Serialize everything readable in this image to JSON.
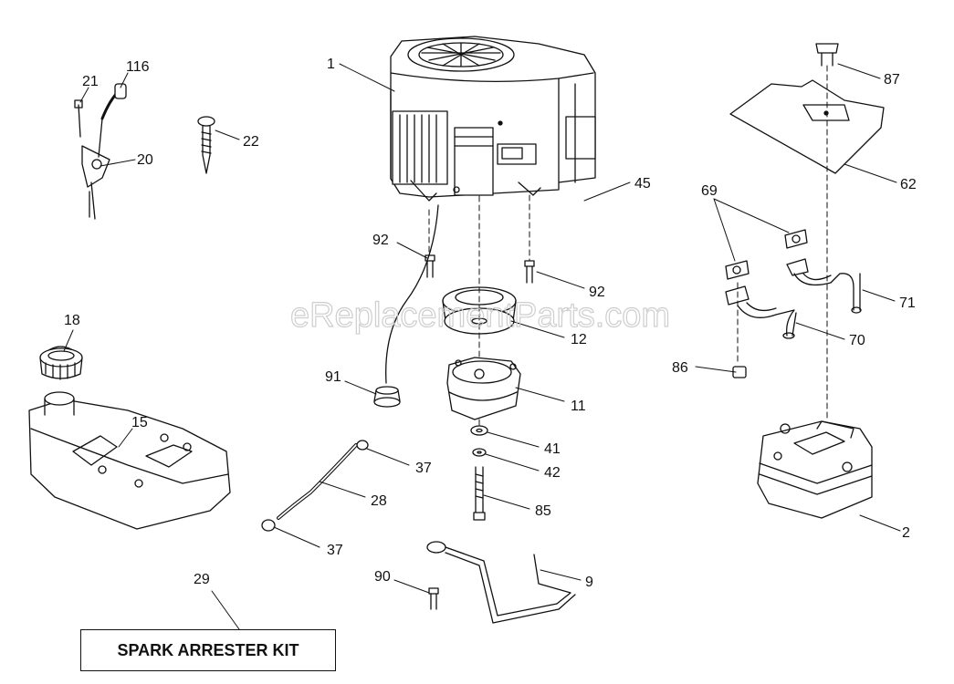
{
  "watermark": "eReplacementParts.com",
  "kit_label": "SPARK ARRESTER KIT",
  "callouts": {
    "p1": "1",
    "p116": "116",
    "p21": "21",
    "p22": "22",
    "p20": "20",
    "p45": "45",
    "p92a": "92",
    "p92b": "92",
    "p12": "12",
    "p11": "11",
    "p91": "91",
    "p41": "41",
    "p42": "42",
    "p85": "85",
    "p37a": "37",
    "p28": "28",
    "p37b": "37",
    "p90": "90",
    "p9": "9",
    "p29": "29",
    "p18": "18",
    "p15": "15",
    "p87": "87",
    "p62": "62",
    "p69": "69",
    "p71": "71",
    "p70": "70",
    "p86": "86",
    "p2": "2"
  }
}
